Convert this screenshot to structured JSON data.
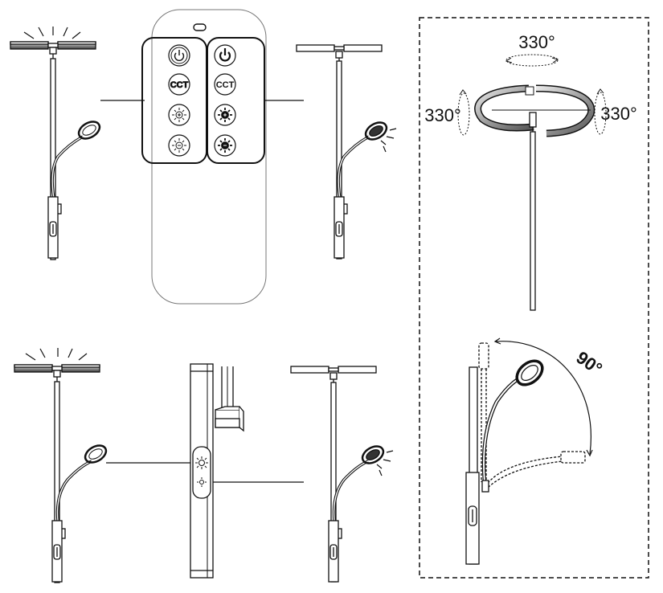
{
  "remote": {
    "left_group": [
      "power-icon",
      "cct-button",
      "brightness-up-icon",
      "brightness-down-icon"
    ],
    "right_group": [
      "power-icon",
      "cct-button",
      "brightness-up-icon",
      "brightness-down-icon"
    ],
    "cct_label": "CCT"
  },
  "rotation": {
    "top_angle": "330°",
    "left_angle": "330°",
    "right_angle": "330°",
    "tilt_angle": "90°"
  }
}
